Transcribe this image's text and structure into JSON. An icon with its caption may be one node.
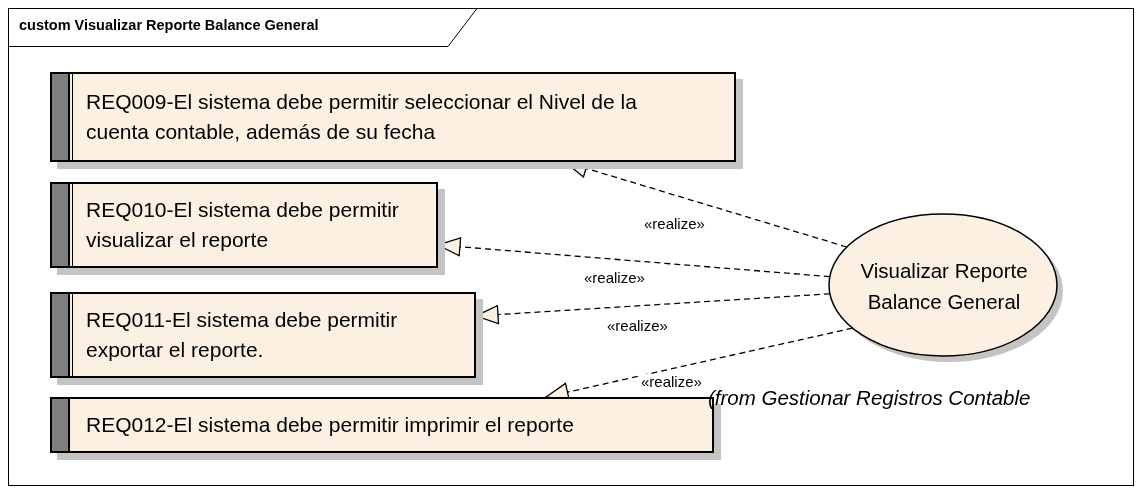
{
  "diagram": {
    "title": "custom Visualizar Reporte Balance General",
    "nodes": [
      {
        "text": [
          "REQ009-El sistema debe permitir seleccionar el Nivel de la cuenta contable, además de su fecha"
        ]
      },
      {
        "text": [
          "REQ010-El sistema debe permitir visualizar el reporte"
        ]
      },
      {
        "text": [
          "REQ011-El sistema debe permitir exportar el reporte."
        ]
      },
      {
        "text": [
          "REQ012-El sistema debe permitir imprimir el reporte"
        ]
      },
      {
        "text": [
          "Visualizar Reporte Balance General"
        ]
      }
    ],
    "edges": [
      {
        "from": 4,
        "to": 0,
        "arrow": "to",
        "style": "dashed",
        "label": "«realize»"
      },
      {
        "from": 4,
        "to": 1,
        "arrow": "to",
        "style": "dashed",
        "label": "«realize»"
      },
      {
        "from": 4,
        "to": 2,
        "arrow": "to",
        "style": "dashed",
        "label": "«realize»"
      },
      {
        "from": 4,
        "to": 3,
        "arrow": "to",
        "style": "dashed",
        "label": "«realize»"
      }
    ],
    "labels": [
      "(from Gestionar Registros Contable"
    ]
  }
}
